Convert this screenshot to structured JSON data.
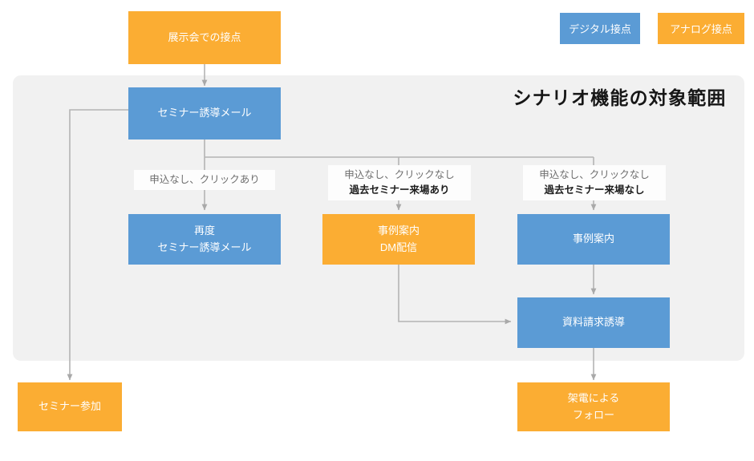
{
  "scope": {
    "title": "シナリオ機能の対象範囲"
  },
  "legend": [
    {
      "id": "digital",
      "label": "デジタル接点",
      "color": "#5b9bd5",
      "kind": "blue"
    },
    {
      "id": "analog",
      "label": "アナログ接点",
      "color": "#fbad33",
      "kind": "orange"
    }
  ],
  "nodes": [
    {
      "id": "exhibition",
      "kind": "orange",
      "lines": [
        "展示会での接点"
      ]
    },
    {
      "id": "seminar-mail",
      "kind": "blue",
      "lines": [
        "セミナー誘導メール"
      ]
    },
    {
      "id": "seminar-join",
      "kind": "orange",
      "lines": [
        "セミナー参加"
      ]
    },
    {
      "id": "remail",
      "kind": "blue",
      "lines": [
        "再度",
        "セミナー誘導メール"
      ]
    },
    {
      "id": "case-dm",
      "kind": "orange",
      "lines": [
        "事例案内",
        "DM配信"
      ]
    },
    {
      "id": "case-guide",
      "kind": "blue",
      "lines": [
        "事例案内"
      ]
    },
    {
      "id": "doc-request",
      "kind": "blue",
      "lines": [
        "資料請求誘導"
      ]
    },
    {
      "id": "call-follow",
      "kind": "orange",
      "lines": [
        "架電による",
        "フォロー"
      ]
    }
  ],
  "conditions": [
    {
      "id": "cond-click-yes",
      "top": "申込なし、クリックあり",
      "bold": ""
    },
    {
      "id": "cond-visit-yes",
      "top": "申込なし、クリックなし",
      "bold": "過去セミナー来場あり"
    },
    {
      "id": "cond-visit-no",
      "top": "申込なし、クリックなし",
      "bold": "過去セミナー来場なし"
    }
  ],
  "colors": {
    "blue": "#5b9bd5",
    "orange": "#fbad33",
    "panel": "#f1f1f1",
    "connector": "#b0b0b0",
    "background": "#ffffff"
  },
  "diagram": {
    "type": "flowchart",
    "edges": [
      {
        "from": "exhibition",
        "to": "seminar-mail",
        "label": ""
      },
      {
        "from": "seminar-mail",
        "to": "seminar-join",
        "label": ""
      },
      {
        "from": "seminar-mail",
        "to": "remail",
        "label": "申込なし、クリックあり"
      },
      {
        "from": "seminar-mail",
        "to": "case-dm",
        "label": "申込なし、クリックなし／過去セミナー来場あり"
      },
      {
        "from": "seminar-mail",
        "to": "case-guide",
        "label": "申込なし、クリックなし／過去セミナー来場なし"
      },
      {
        "from": "case-dm",
        "to": "doc-request",
        "label": ""
      },
      {
        "from": "case-guide",
        "to": "doc-request",
        "label": ""
      },
      {
        "from": "doc-request",
        "to": "call-follow",
        "label": ""
      }
    ]
  }
}
